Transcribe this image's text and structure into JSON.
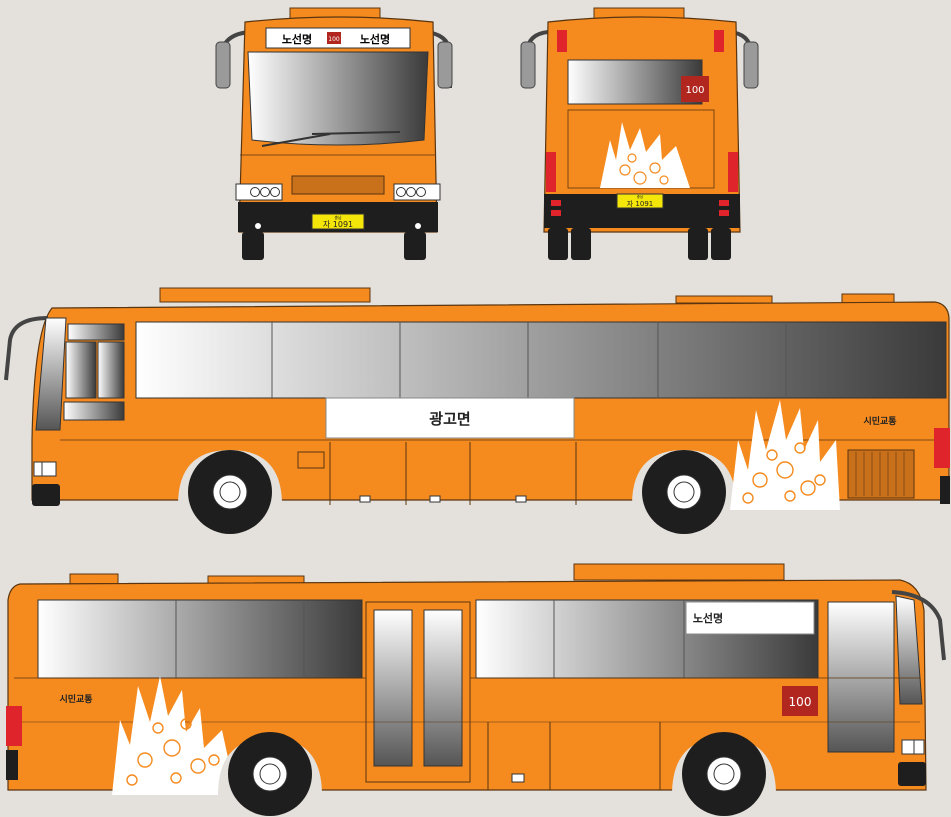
{
  "route_label": "노선명",
  "route_number": "100",
  "plate": {
    "region": "충남",
    "number": "자 1091"
  },
  "ad_panel_label": "광고면",
  "company_name": "시민교통",
  "colors": {
    "background": "#e4e1dc",
    "body_orange": "#f58b1f",
    "outline": "#5a3510",
    "route_badge": "#b22620",
    "tire": "#1e1e1e",
    "light_red": "#e0242b",
    "plate_yellow": "#f5e60a",
    "decal": "#ffffff"
  },
  "views": [
    "front-view",
    "rear-view",
    "left-side-view",
    "right-side-view"
  ]
}
